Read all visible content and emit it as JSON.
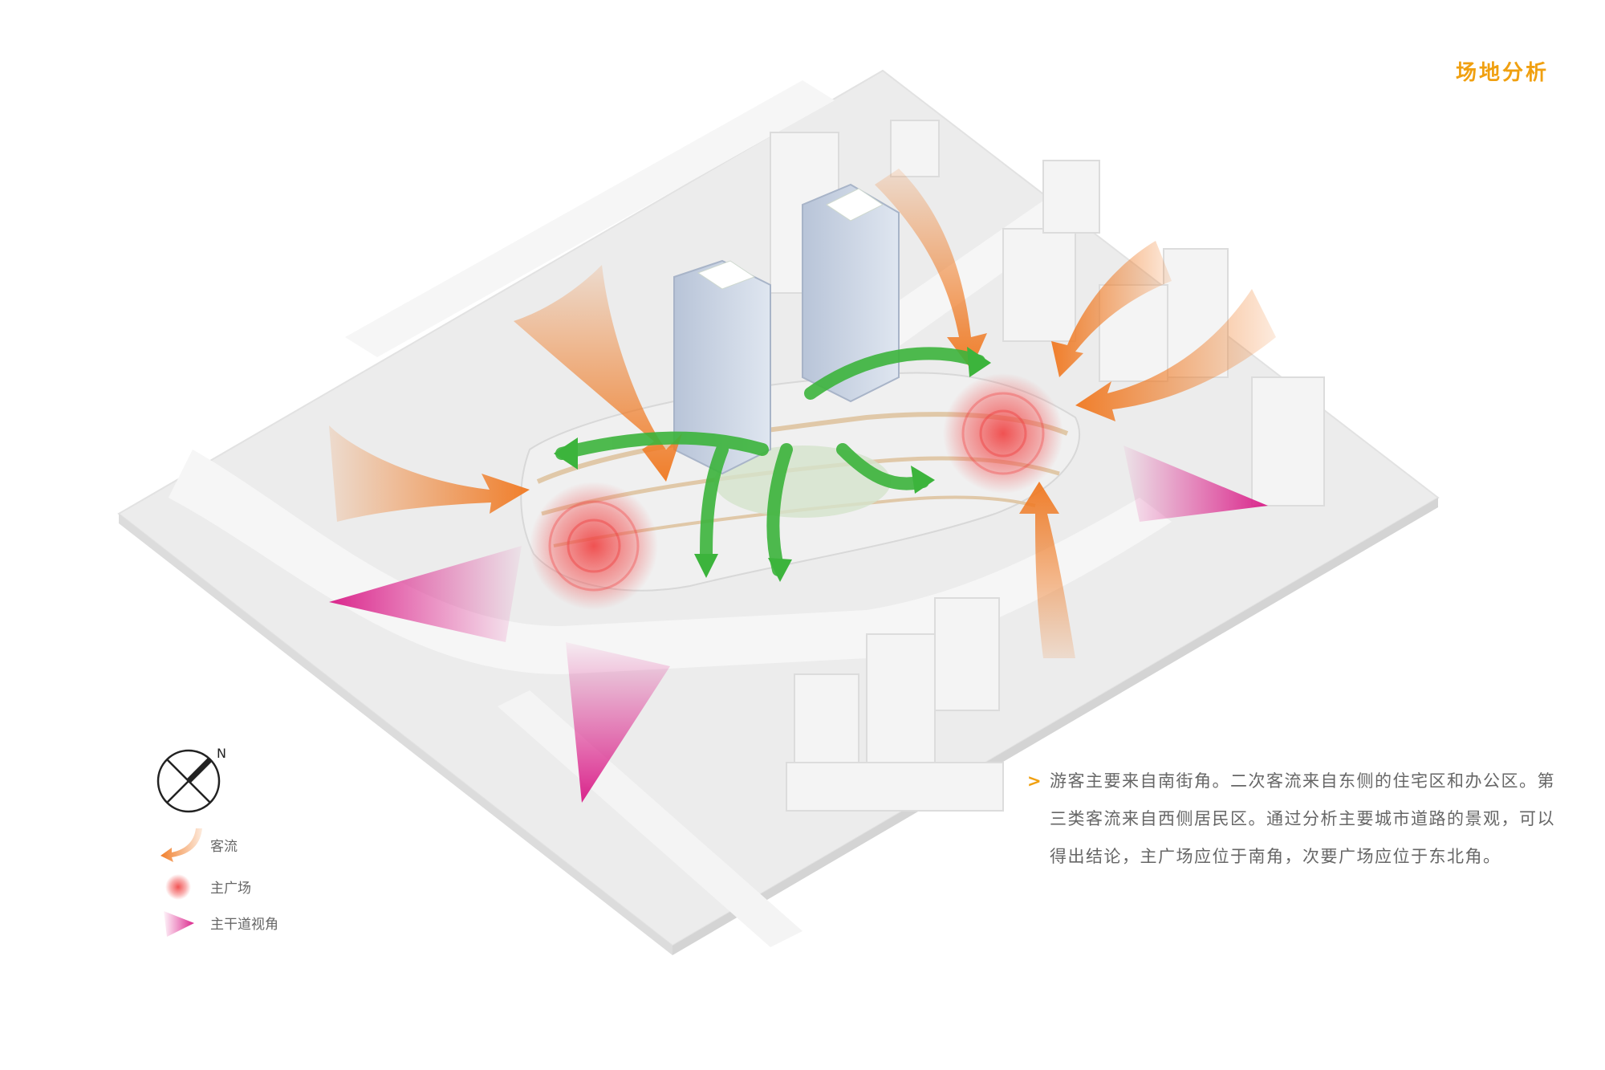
{
  "header": {
    "title": "场地分析"
  },
  "description": {
    "bullet": ">",
    "text": "游客主要来自南街角。二次客流来自东侧的住宅区和办公区。第三类客流来自西侧居民区。通过分析主要城市道路的景观，可以得出结论，主广场应位于南角，次要广场应位于东北角。"
  },
  "compass": {
    "north_label": "N"
  },
  "legend": {
    "items": [
      {
        "icon": "orange-flow-arrow-icon",
        "label": "客流"
      },
      {
        "icon": "red-plaza-circle-icon",
        "label": "主广场"
      },
      {
        "icon": "magenta-view-triangle-icon",
        "label": "主干道视角"
      }
    ]
  },
  "colors": {
    "accent": "#f0a010",
    "flow": "#f07820",
    "plaza": "#f25050",
    "view_angle": "#e0208c",
    "circulation": "#3cb43c"
  }
}
